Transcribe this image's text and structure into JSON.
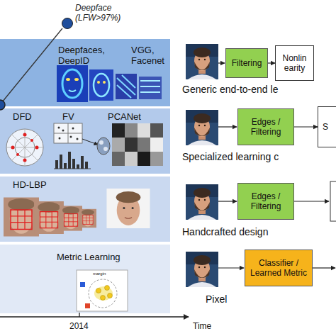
{
  "diagram": {
    "nodes": [
      {
        "text": [
          "Deepface (LFW>97%)"
        ]
      },
      {
        "text": [
          "Deepfaces, DeepID",
          "VGG, Facenet"
        ]
      },
      {
        "text": [
          "DFD",
          "FV",
          "PCANet"
        ]
      },
      {
        "text": [
          "HD-LBP"
        ]
      },
      {
        "text": [
          "Metric Learning"
        ]
      },
      {
        "text": [
          "Filtering"
        ]
      },
      {
        "text": [
          "Nonlin earity"
        ]
      },
      {
        "text": [
          "Edges / Filtering"
        ]
      },
      {
        "text": [
          "S"
        ]
      },
      {
        "text": [
          "Edges / Filtering"
        ]
      },
      {
        "text": [
          "Classifier / Learned Metric"
        ]
      }
    ],
    "edges": [
      {
        "from": 5,
        "to": 6,
        "arrow": "to"
      },
      {
        "from": 7,
        "to": 8,
        "arrow": "to"
      }
    ],
    "labels": [
      "margin",
      "2014",
      "Time",
      "Generic end-to-end le",
      "Specialized learning c",
      "Handcrafted design",
      "Pixel"
    ]
  }
}
